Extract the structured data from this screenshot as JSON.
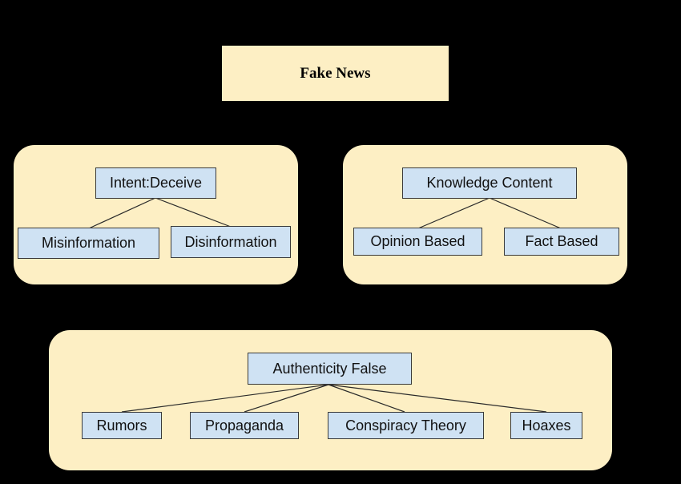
{
  "title": "Fake News",
  "groups": {
    "intent": {
      "root": "Intent:Deceive",
      "children": [
        "Misinformation",
        "Disinformation"
      ]
    },
    "knowledge": {
      "root": "Knowledge Content",
      "children": [
        "Opinion Based",
        "Fact Based"
      ]
    },
    "authenticity": {
      "root": "Authenticity False",
      "children": [
        "Rumors",
        "Propaganda",
        "Conspiracy Theory",
        "Hoaxes"
      ]
    }
  },
  "colors": {
    "background": "#000000",
    "panel": "#fdefc4",
    "node": "#cfe2f3",
    "border": "#3a3a3a"
  }
}
